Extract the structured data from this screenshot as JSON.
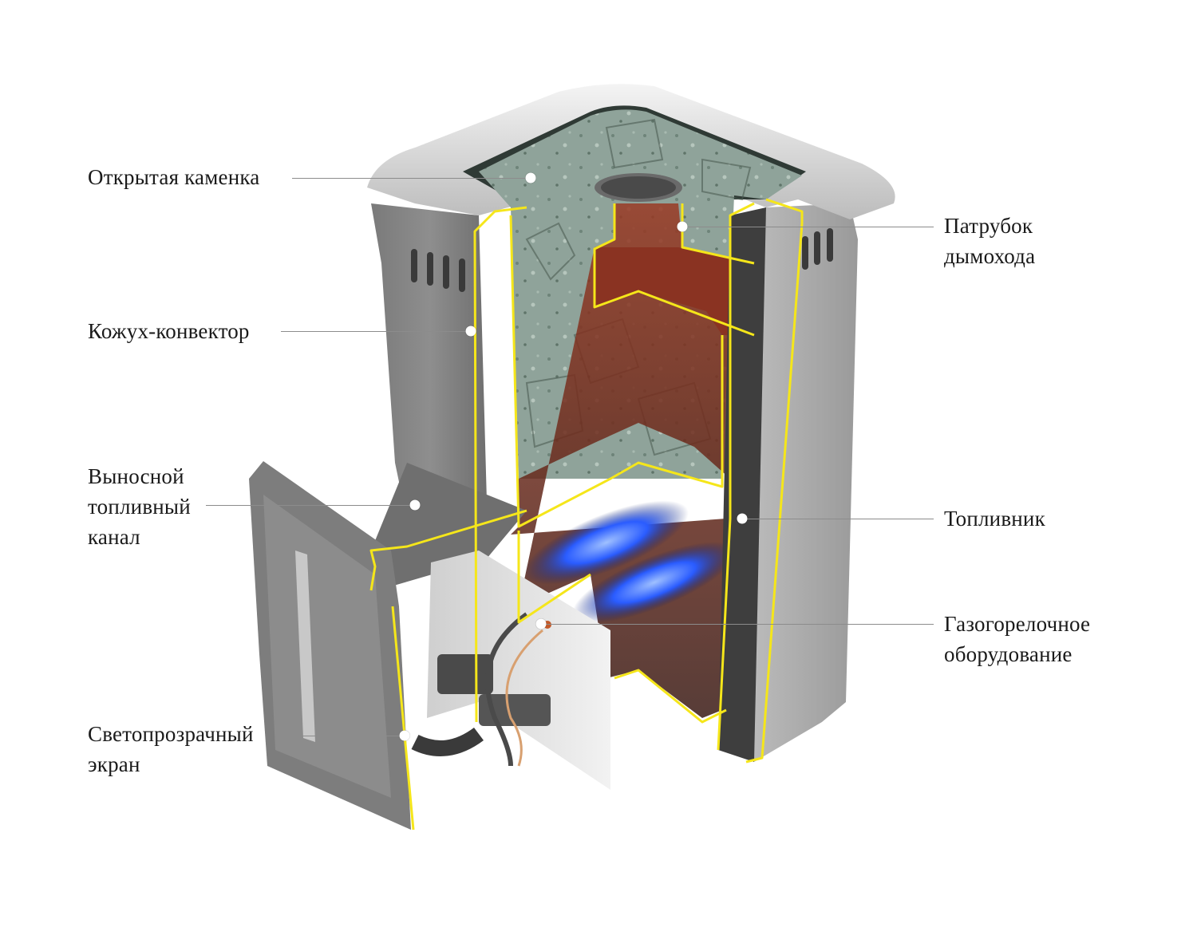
{
  "diagram": {
    "subject": "gas sauna stove cutaway",
    "colors": {
      "cut_edge": "#f5e61a",
      "body_gray": "#8a8a8a",
      "light_body": "#c9c9c9",
      "stone": "#8fa39a",
      "firebox_red": "#7a2a1c",
      "flame_blue": "#2a5cff",
      "leader_line": "#8c8c8c",
      "label_text": "#1a1a1a"
    },
    "callouts": [
      {
        "id": "open-stone-chamber",
        "lines": [
          "Открытая каменка"
        ],
        "side": "left"
      },
      {
        "id": "chimney-pipe",
        "lines": [
          "Патрубок",
          "дымохода"
        ],
        "side": "right"
      },
      {
        "id": "convector-casing",
        "lines": [
          "Кожух-конвектор"
        ],
        "side": "left"
      },
      {
        "id": "remote-fuel-channel",
        "lines": [
          "Выносной",
          "топливный",
          "канал"
        ],
        "side": "left"
      },
      {
        "id": "firebox",
        "lines": [
          "Топливник"
        ],
        "side": "right"
      },
      {
        "id": "gas-burner-equipment",
        "lines": [
          "Газогорелочное",
          "оборудование"
        ],
        "side": "right"
      },
      {
        "id": "transparent-screen",
        "lines": [
          "Светопрозрачный",
          "экран"
        ],
        "side": "left"
      }
    ]
  }
}
